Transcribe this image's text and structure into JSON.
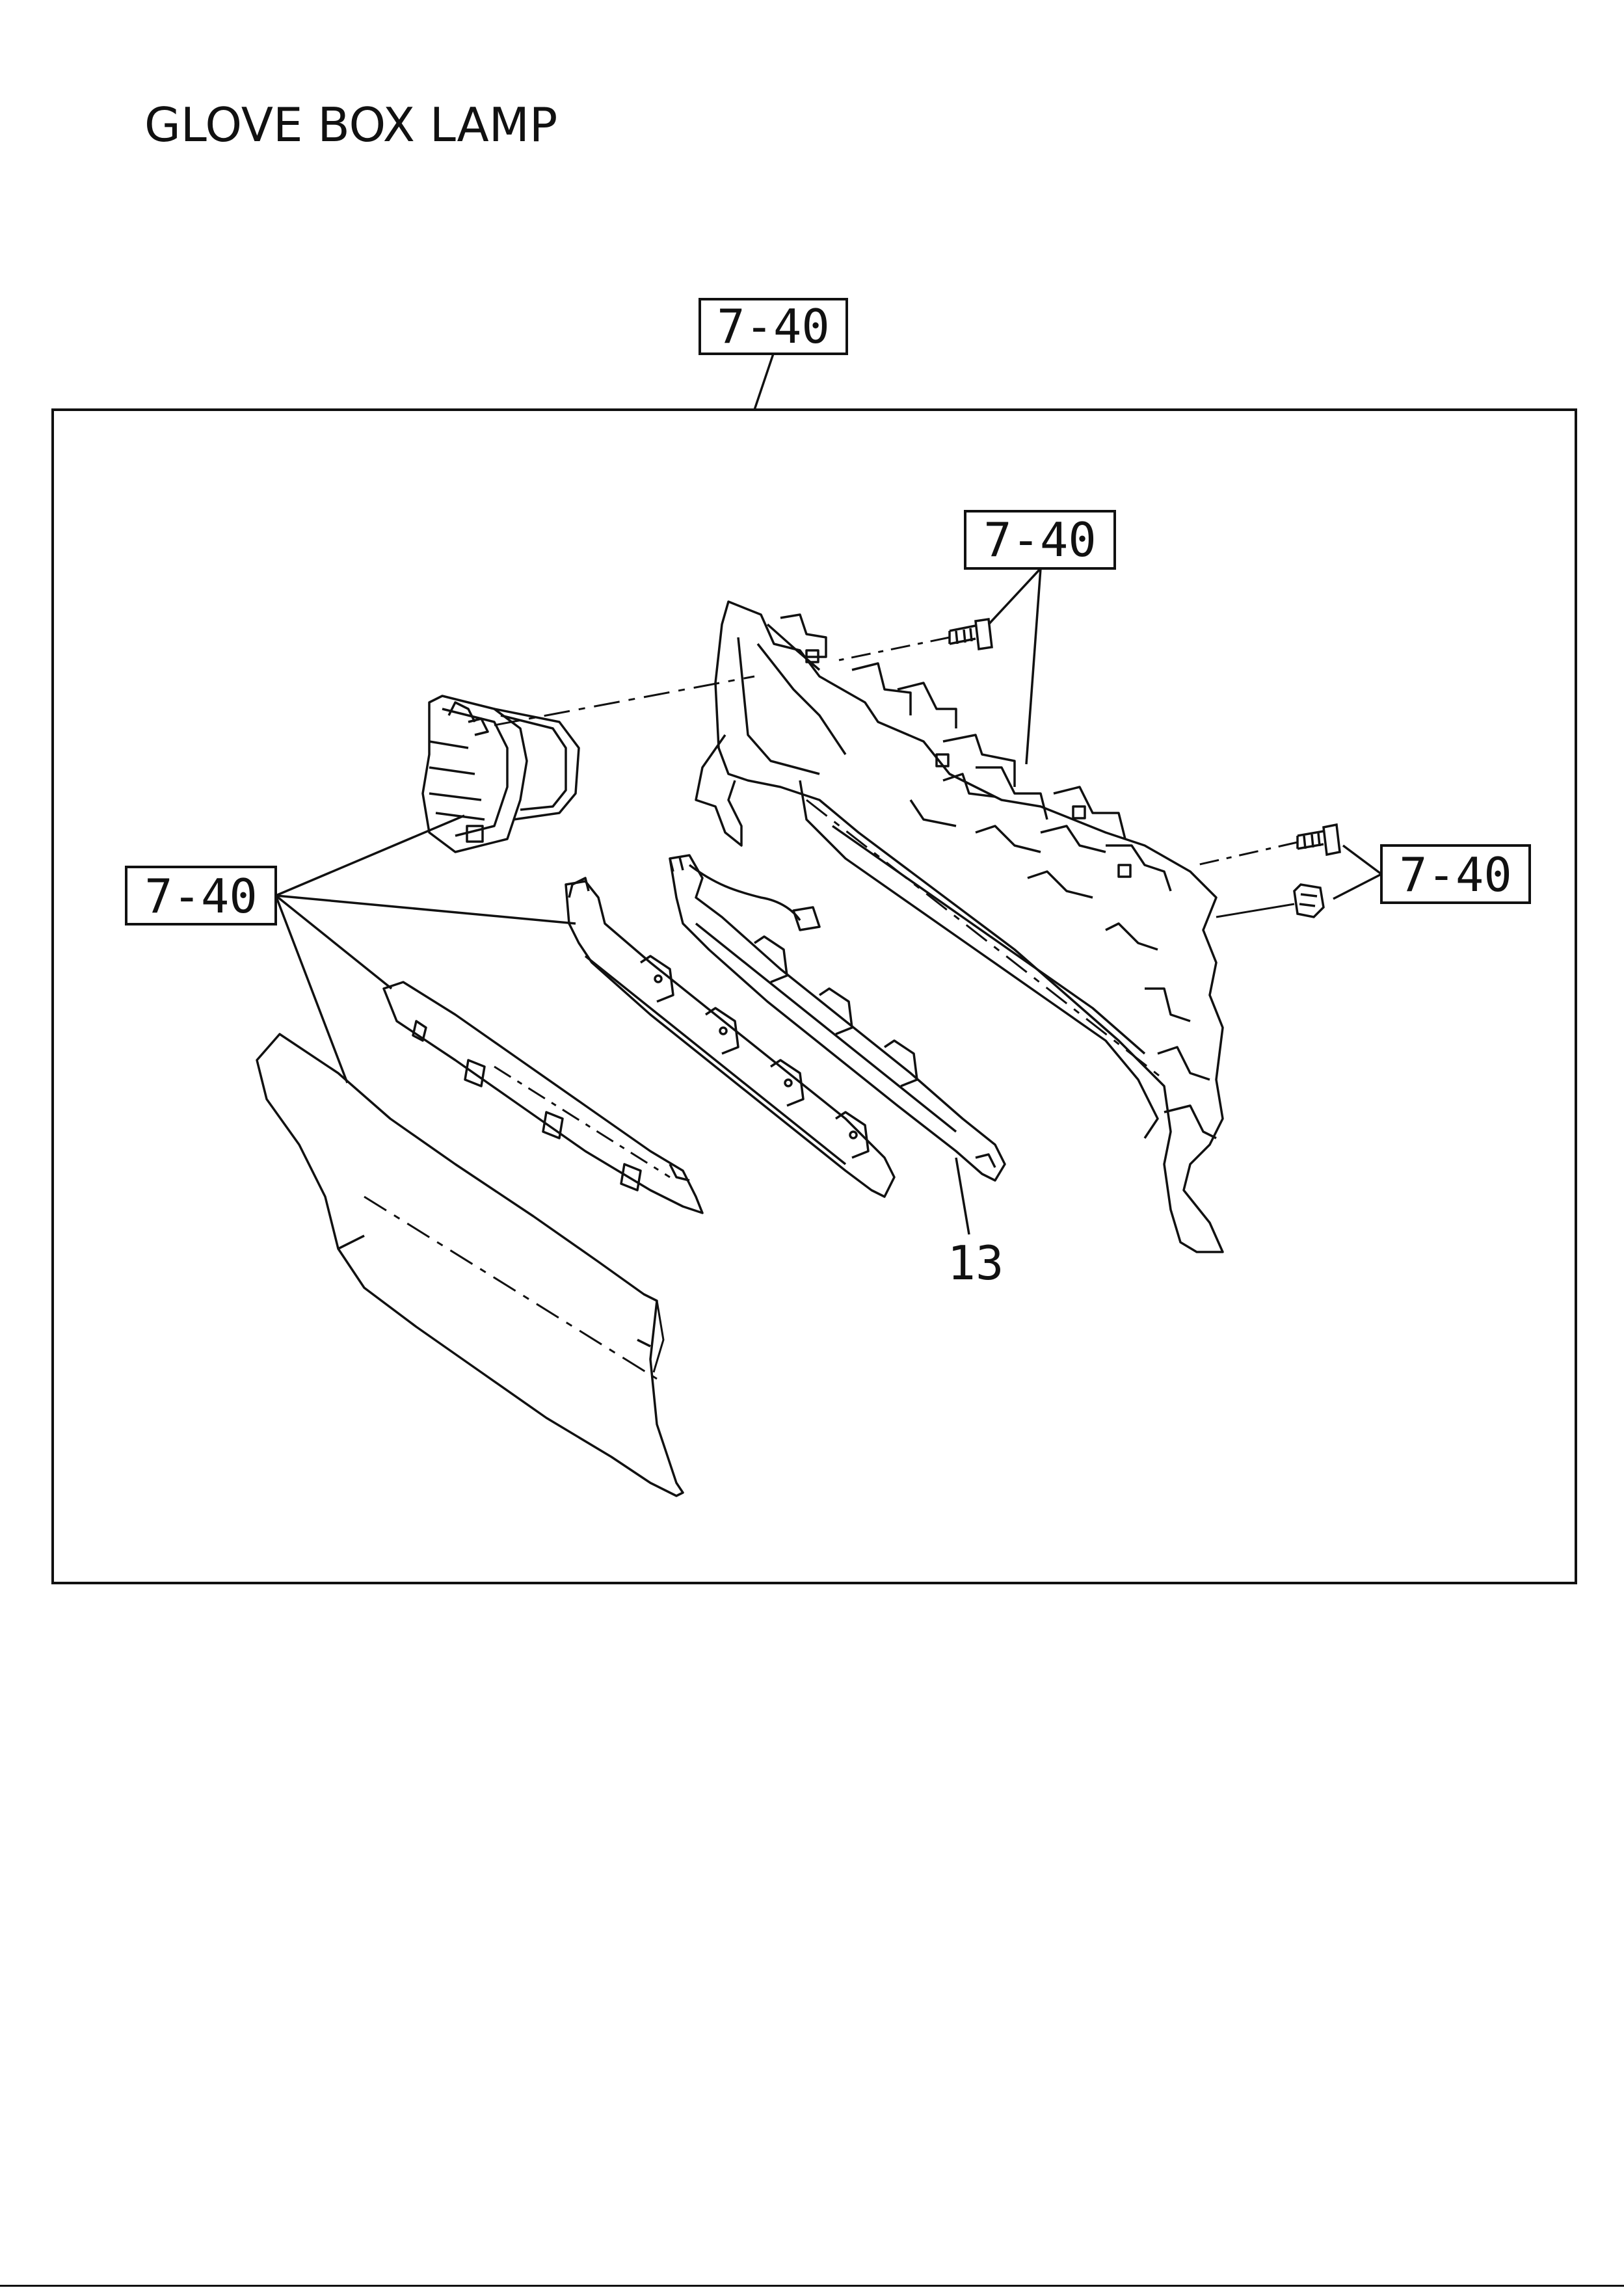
{
  "page": {
    "title": "GLOVE BOX LAMP"
  },
  "references": {
    "top": "7-40",
    "upper_right": "7-40",
    "right": "7-40",
    "left": "7-40"
  },
  "callouts": {
    "lamp_harness": "13"
  },
  "icons": [
    "bolt-icon",
    "clip-icon",
    "screw-icon"
  ]
}
